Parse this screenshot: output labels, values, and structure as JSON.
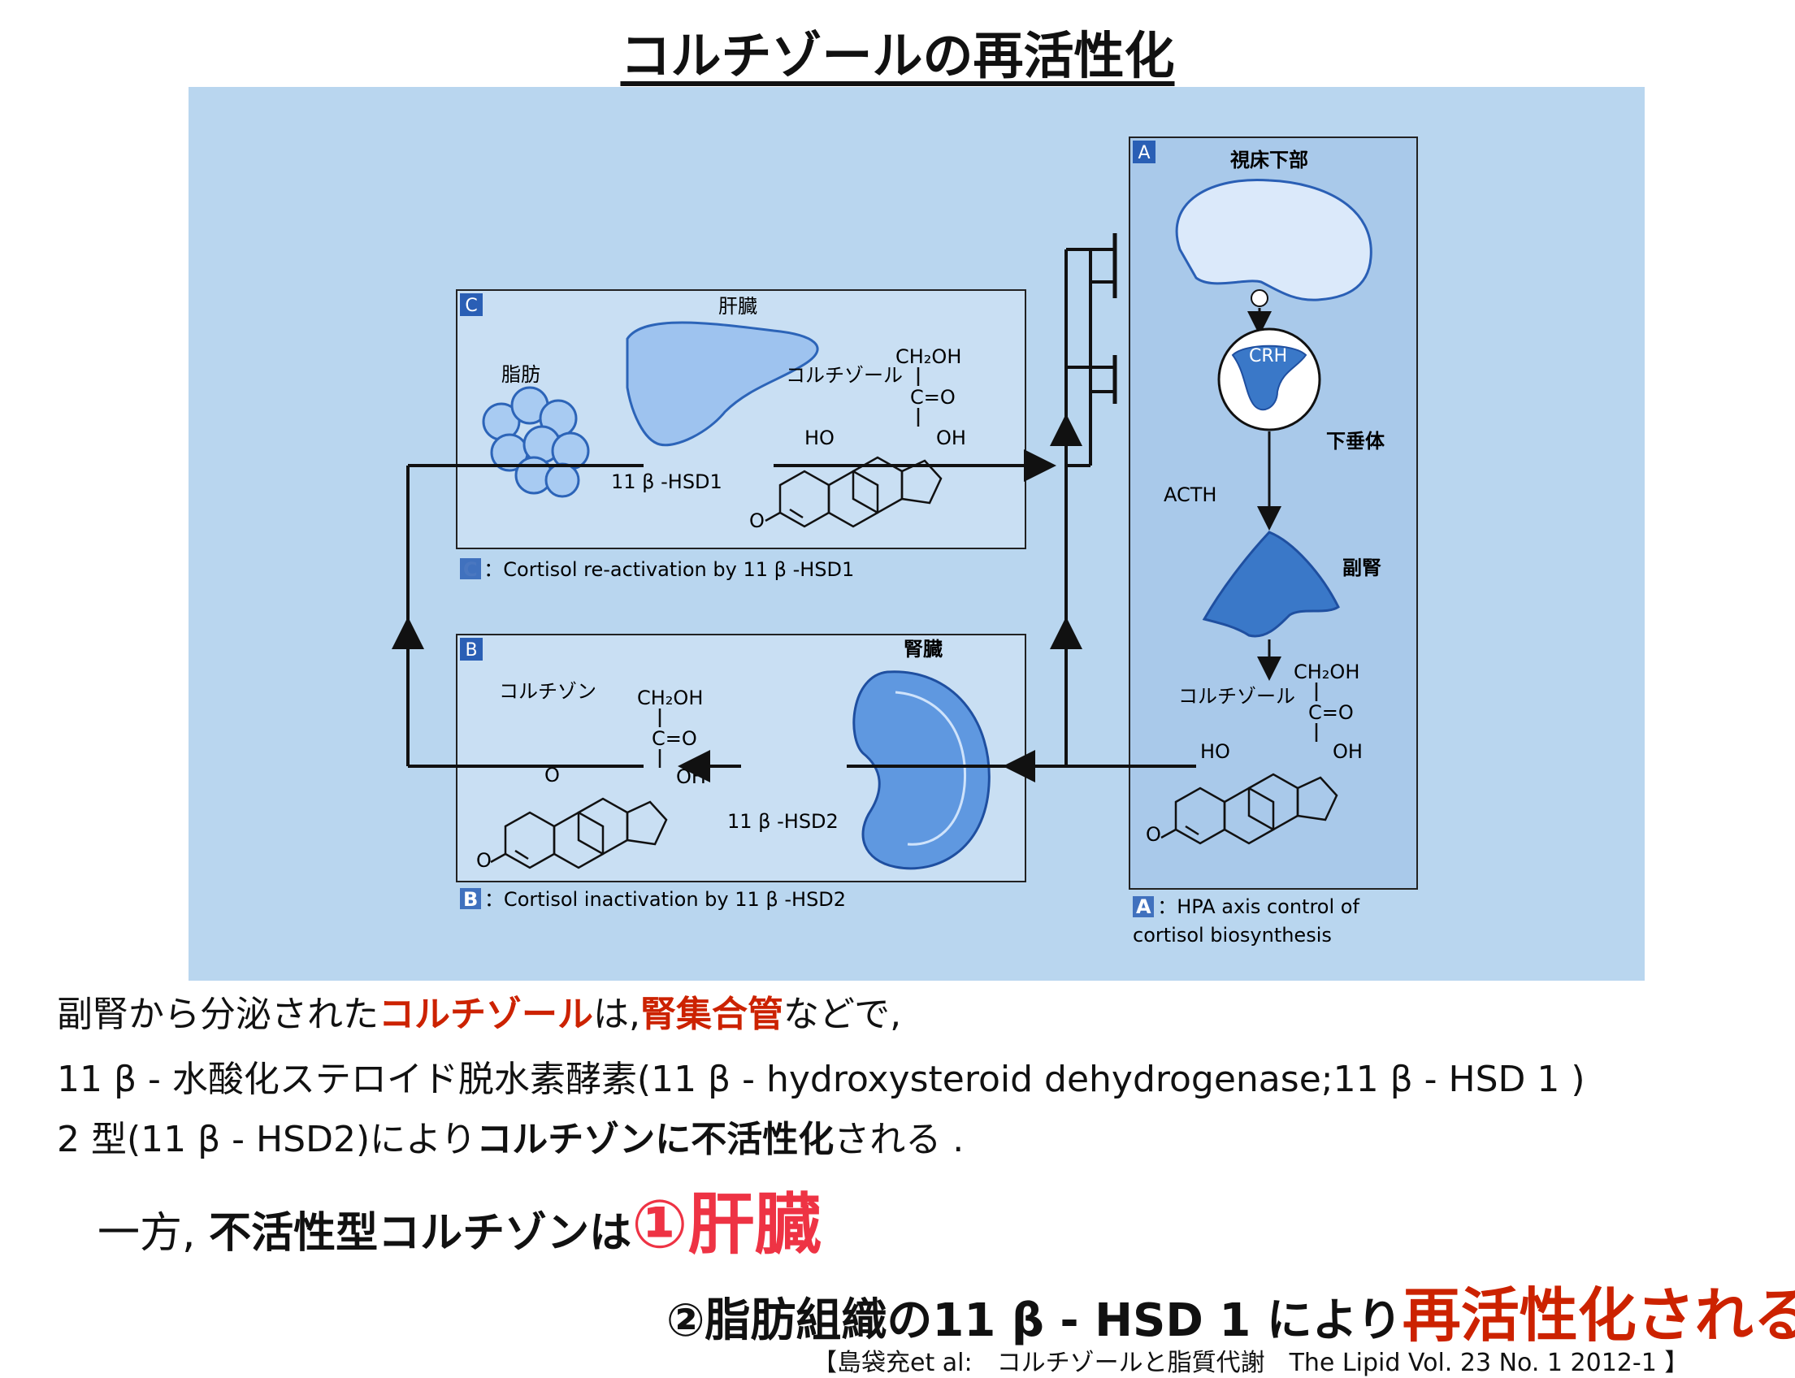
{
  "title": "コルチゾールの再活性化",
  "diagram": {
    "panel_c": {
      "letter": "C",
      "liver": "肝臓",
      "fat": "脂肪",
      "cortisol": "コルチゾール",
      "enzyme": "11 β -HSD1",
      "caption": "：Cortisol re-activation by 11 β -HSD1"
    },
    "panel_b": {
      "letter": "B",
      "kidney": "腎臓",
      "cortisone": "コルチゾン",
      "enzyme": "11 β -HSD2",
      "caption": "：Cortisol inactivation by 11 β -HSD2"
    },
    "panel_a": {
      "letter": "A",
      "hypothalamus": "視床下部",
      "crh": "CRH",
      "pituitary": "下垂体",
      "acth": "ACTH",
      "adrenal": "副腎",
      "cortisol": "コルチゾール",
      "caption_line1": "：HPA axis control of",
      "caption_line2": "cortisol biosynthesis"
    },
    "chem": {
      "ch2oh": "CH₂OH",
      "co": "C=O",
      "oh": "OH",
      "ho": "HO",
      "o": "O"
    }
  },
  "text": {
    "line1_a": "副腎から分泌された",
    "line1_b": "コルチゾール",
    "line1_c": "は,",
    "line1_d": "腎集合管",
    "line1_e": "などで,",
    "line2": "11  β  - 水酸化ステロイド脱水素酵素(11  β  - hydroxysteroid dehydrogenase;11 β - HSD 1 )",
    "line3_a": "2 型(11  β  - HSD2)により",
    "line3_b": "コルチゾンに不活性化",
    "line3_c": "される .",
    "line4_a": "一方, ",
    "line4_b": "不活性型コルチゾンは",
    "line4_c": "①肝臓",
    "line5_a": "②脂肪組織の11 β - HSD 1 により",
    "line5_b": "再活性化される"
  },
  "citation": "【島袋充et al:　コルチゾールと脂質代謝　The Lipid Vol. 23 No. 1 2012-1 】",
  "colors": {
    "background_blue": "#b9d6ef",
    "panel_blue": "#c9dff3",
    "organ_blue": "#3a78c8",
    "accent_red": "#cc2200",
    "pink_red": "#ee3344"
  }
}
